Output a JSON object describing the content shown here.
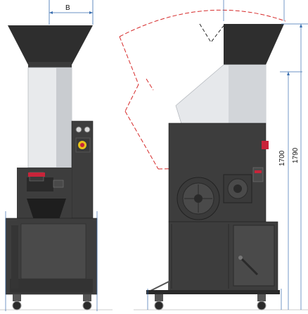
{
  "dimensions": {
    "width_label": "B",
    "height_low": "1700",
    "height_high": "1790"
  },
  "colors": {
    "body_dark": "#3d3d3d",
    "body_darker": "#2a2a2a",
    "hopper_black": "#2e2e2e",
    "cylinder_light": "#e8eaec",
    "cylinder_shade": "#c9ccd0",
    "dim_blue": "#3a6fb0",
    "swing_red": "#d62a2a",
    "accent_red": "#c8243a",
    "knob_yellow": "#e8c21a"
  },
  "icons": [
    "caster-wheel-icon",
    "emergency-stop-icon",
    "motor-fan-icon",
    "lever-handle-icon"
  ]
}
